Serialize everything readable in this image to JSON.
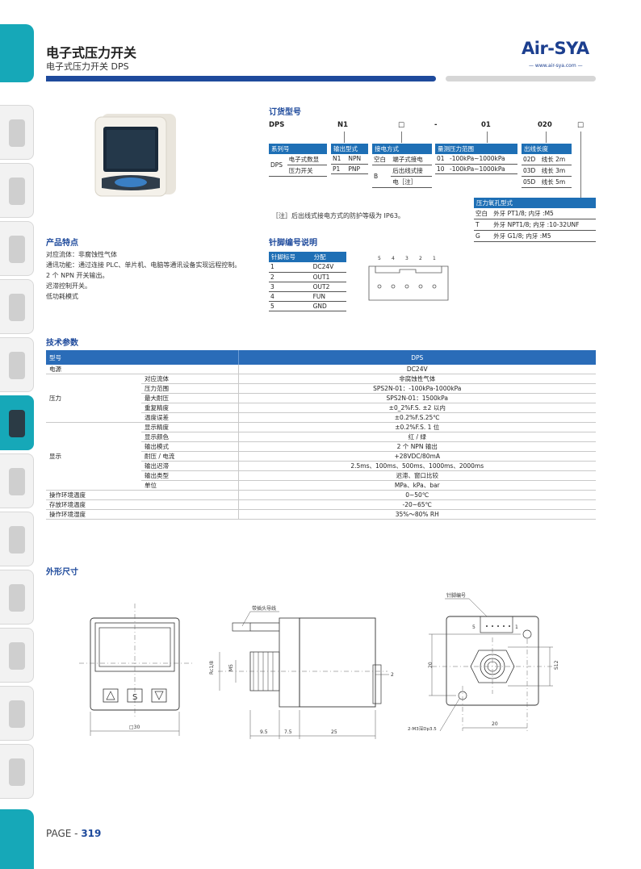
{
  "header": {
    "title": "电子式压力开关",
    "subtitle": "电子式压力开关 DPS",
    "logo": "Air-SYA",
    "logo_url": "www.air-sya.com"
  },
  "order": {
    "heading": "订货型号",
    "code": [
      "DPS",
      "N1",
      "□",
      "-",
      "01",
      "020",
      "□"
    ],
    "series": {
      "header": "系列号",
      "code": "DPS",
      "desc_1": "电子式数显",
      "desc_2": "压力开关"
    },
    "output": {
      "header": "输出型式",
      "rows": [
        [
          "N1",
          "NPN"
        ],
        [
          "P1",
          "PNP"
        ]
      ]
    },
    "connection": {
      "header": "接电方式",
      "rows": [
        [
          "空白",
          "端子式接电"
        ],
        [
          "B",
          "后出线式接",
          "电［注］"
        ]
      ]
    },
    "range": {
      "header": "量测压力范围",
      "rows": [
        [
          "01",
          "-100kPa~1000kPa"
        ],
        [
          "10",
          "-100kPa~1000kPa"
        ]
      ]
    },
    "cable": {
      "header": "出线长度",
      "rows": [
        [
          "02D",
          "线长 2m"
        ],
        [
          "03D",
          "线长 3m"
        ],
        [
          "05D",
          "线长 5m"
        ]
      ]
    },
    "port": {
      "header": "压力氧孔型式",
      "rows": [
        [
          "空白",
          "外牙 PT1/8; 内牙 :M5"
        ],
        [
          "T",
          "外牙 NPT1/8; 内牙 :10-32UNF"
        ],
        [
          "G",
          "外牙 G1/8; 内牙 :M5"
        ]
      ]
    },
    "note": "［注］后出线式接电方式的防护等级为 IP63。"
  },
  "features": {
    "heading": "产品特点",
    "lines": [
      "对应流体：非腐蚀性气体",
      "通讯功能：通过连接 PLC、单片机、电脑等通讯设备实现远程控制。",
      "2 个 NPN 开关输出。",
      "迟滞控制开关。",
      "低功耗模式"
    ]
  },
  "pins": {
    "heading": "针脚编号说明",
    "col1": "针脚标号",
    "col2": "分配",
    "rows": [
      [
        "1",
        "DC24V"
      ],
      [
        "2",
        "OUT1"
      ],
      [
        "3",
        "OUT2"
      ],
      [
        "4",
        "FUN"
      ],
      [
        "5",
        "GND"
      ]
    ],
    "diagram_labels": [
      "5",
      "4",
      "3",
      "2",
      "1"
    ]
  },
  "spec": {
    "heading": "技术参数",
    "head_label": "型号",
    "head_value": "DPS",
    "rows": [
      {
        "g": "电源",
        "s": "",
        "v": "DC24V"
      },
      {
        "g": "",
        "s": "对应流体",
        "v": "非腐蚀性气体"
      },
      {
        "g": "",
        "s": "压力范围",
        "v": "SPS2N-01：-100kPa-1000kPa"
      },
      {
        "g": "压力",
        "s": "最大耐压",
        "v": "SPS2N-01：1500kPa"
      },
      {
        "g": "",
        "s": "重复精度",
        "v": "±0_2%F.S. ±2 以内"
      },
      {
        "g": "",
        "s": "温度误差",
        "v": "±0.2%F.S.25℃"
      },
      {
        "g": "",
        "s": "显示精度",
        "v": "±0.2%F.S. 1 位"
      },
      {
        "g": "",
        "s": "显示颜色",
        "v": "红 / 绿"
      },
      {
        "g": "",
        "s": "输出模式",
        "v": "2 个 NPN 输出"
      },
      {
        "g": "显示",
        "s": "耐压 / 电流",
        "v": "+28VDC/80mA"
      },
      {
        "g": "",
        "s": "输出迟滞",
        "v": "2.5ms、100ms、500ms、1000ms、2000ms"
      },
      {
        "g": "",
        "s": "输出类型",
        "v": "迟滞、窗口比较"
      },
      {
        "g": "",
        "s": "单位",
        "v": "MPa、kPa、bar"
      },
      {
        "g": "操作环境温度",
        "s": "",
        "v": "0~50℃"
      },
      {
        "g": "存放环境温度",
        "s": "",
        "v": "-20~65℃"
      },
      {
        "g": "操作环境湿度",
        "s": "",
        "v": "35%～80% RH"
      }
    ]
  },
  "dims": {
    "heading": "外形尺寸",
    "front_width": "□30",
    "front_btn_mid": "S",
    "side_lead": "带插头导线",
    "side_rc": "Rc1/8",
    "side_m5": "M5",
    "side_2": "2",
    "side_95": "9.5",
    "side_75": "7.5",
    "side_25": "25",
    "back_pin": "针脚编号",
    "back_5": "5",
    "back_1": "1",
    "back_20v": "20",
    "back_s12": "S12",
    "back_20h": "20",
    "back_m3": "2-M3深Dp3.5"
  },
  "footer": {
    "prefix": "PAGE -",
    "number": "319"
  }
}
